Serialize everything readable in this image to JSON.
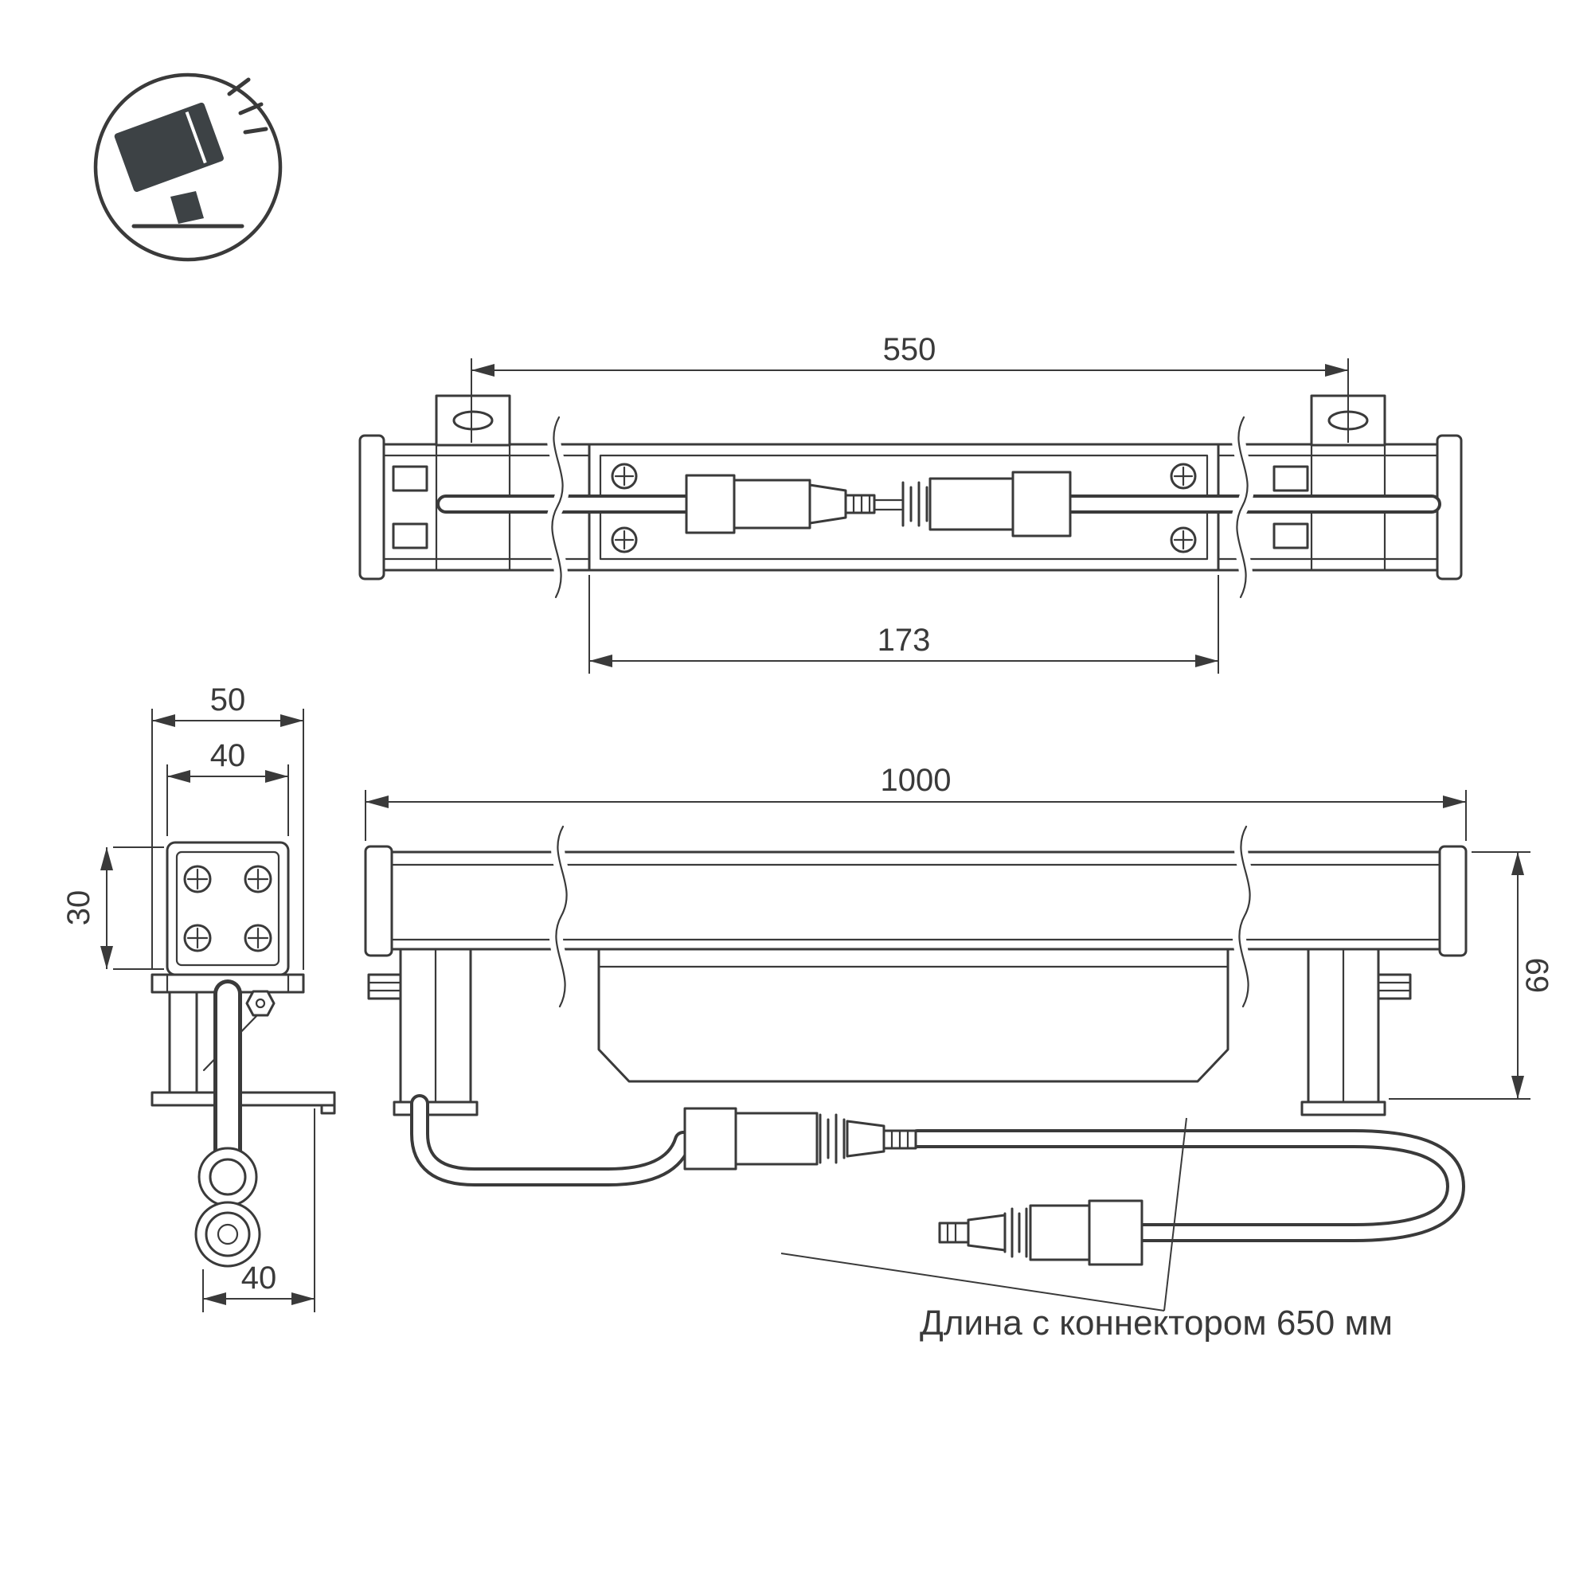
{
  "icon": {
    "name": "floodlight-on-ground-icon"
  },
  "colors": {
    "line": "#3a3a3a",
    "background": "#ffffff"
  },
  "views": {
    "top": {
      "dim_length": "550",
      "dim_channel": "173"
    },
    "side": {
      "dim_width_outer": "50",
      "dim_width_inner": "40",
      "dim_height": "30",
      "dim_offset": "40"
    },
    "front": {
      "dim_length": "1000",
      "dim_height": "69"
    }
  },
  "annotation": {
    "cable_note": "Длина с коннектором 650 мм"
  }
}
